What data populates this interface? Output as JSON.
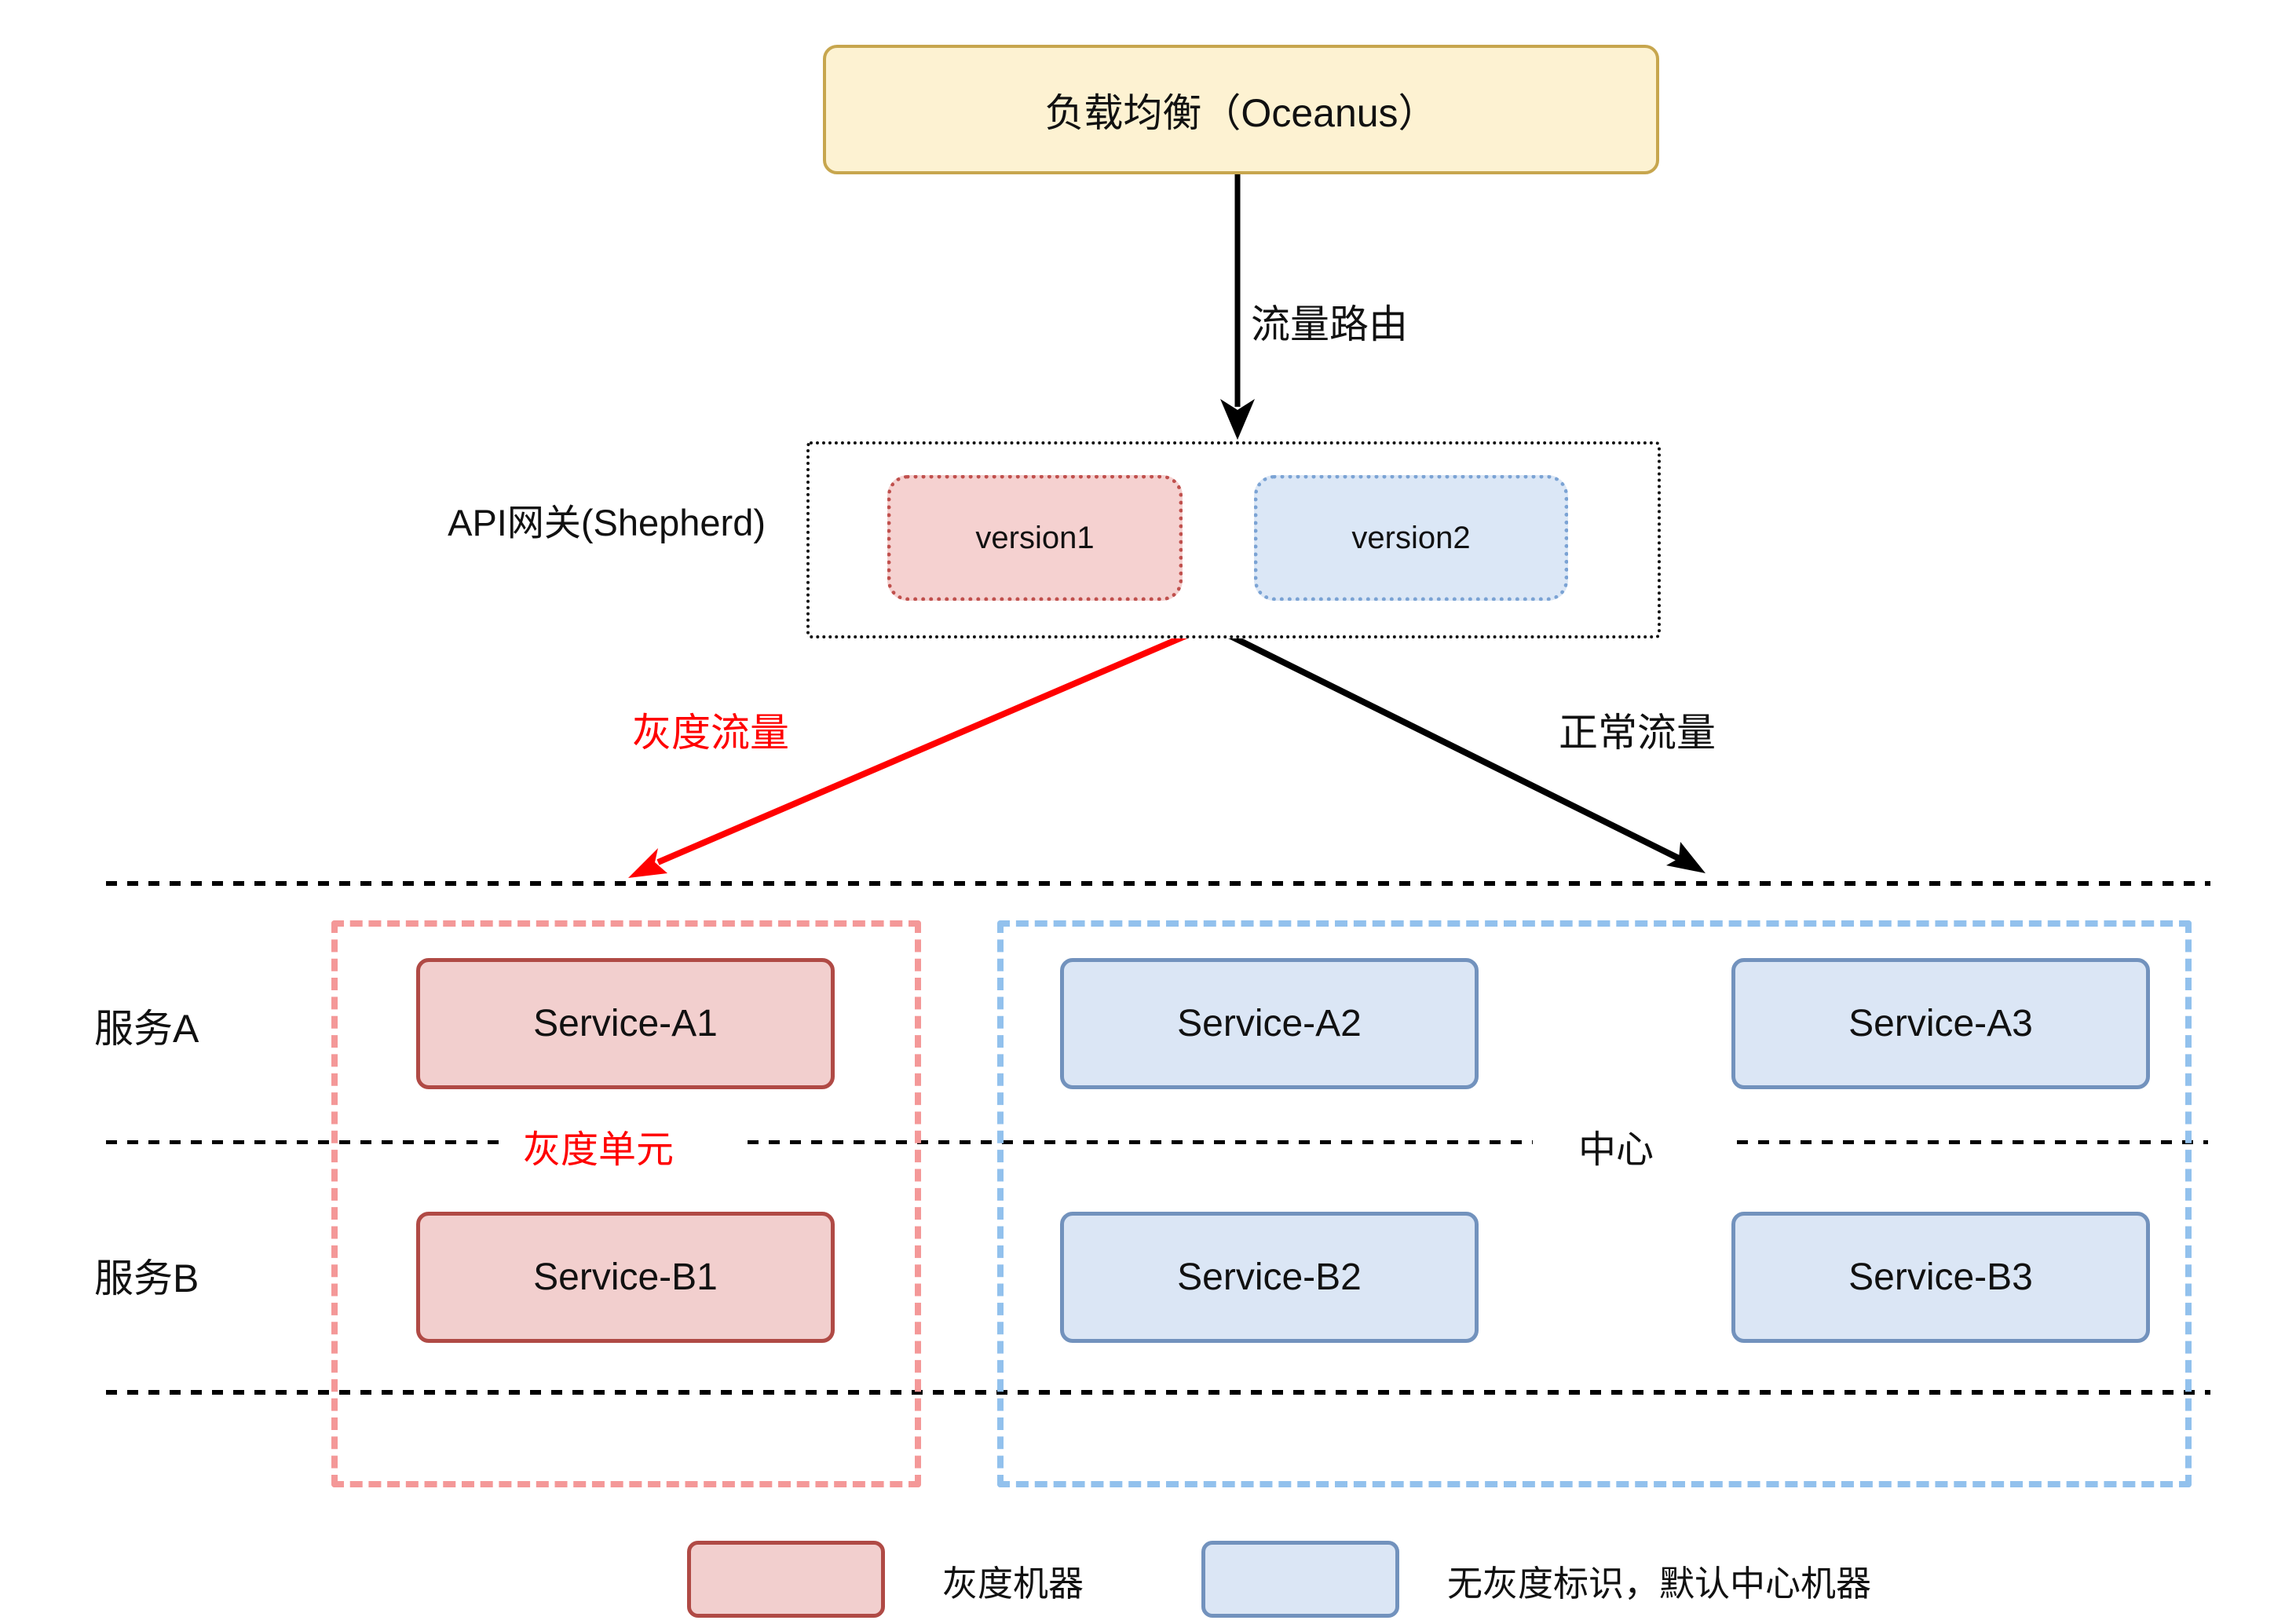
{
  "diagram": {
    "load_balancer": {
      "label": "负载均衡（Oceanus）"
    },
    "edges": {
      "traffic_route": "流量路由",
      "gray_traffic": "灰度流量",
      "normal_traffic": "正常流量"
    },
    "api_gateway": {
      "label": "API网关(Shepherd)",
      "versions": [
        "version1",
        "version2"
      ]
    },
    "rows": {
      "service_a": "服务A",
      "service_b": "服务B"
    },
    "gray_unit": {
      "label": "灰度单元",
      "services": [
        "Service-A1",
        "Service-B1"
      ]
    },
    "center": {
      "label": "中心",
      "services": [
        "Service-A2",
        "Service-A3",
        "Service-B2",
        "Service-B3"
      ]
    },
    "legend": {
      "gray_label": "灰度机器",
      "center_label": "无灰度标识，默认中心机器"
    },
    "colors": {
      "lb_fill": "#FDF2D2",
      "lb_border": "#C7A64E",
      "gray_fill": "#F2CFCE",
      "gray_border": "#B04A45",
      "center_fill": "#DBE6F5",
      "center_border": "#7292BD",
      "gray_unit_dash": "#F49898",
      "center_unit_dash": "#92C1ED",
      "gray_traffic_arrow": "#FF0000",
      "normal_traffic_arrow": "#000000"
    }
  }
}
